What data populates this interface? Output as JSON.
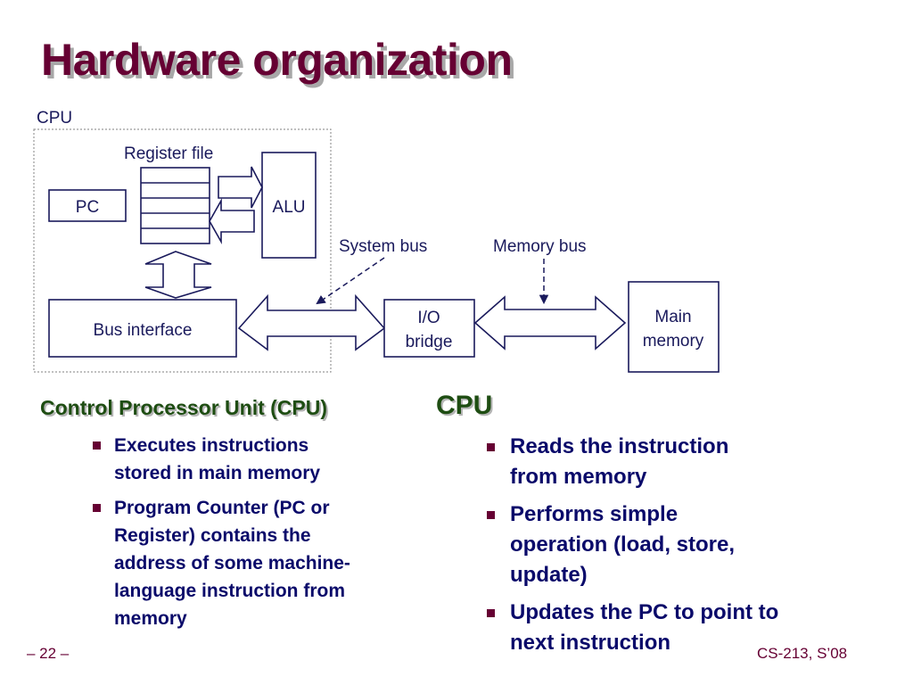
{
  "slide": {
    "title": "Hardware organization",
    "footer_left": "– 22 –",
    "footer_right": "CS-213, S’08"
  },
  "diagram": {
    "cpu_label": "CPU",
    "register_file_label": "Register file",
    "register_count": 5,
    "pc_label": "PC",
    "alu_label": "ALU",
    "bus_interface_label": "Bus interface",
    "system_bus_label": "System bus",
    "memory_bus_label": "Memory bus",
    "io_bridge_label": [
      "I/O",
      "bridge"
    ],
    "main_memory_label": [
      "Main",
      "memory"
    ],
    "stroke_color": "#1a1a5c"
  },
  "left_section": {
    "heading": "Control Processor Unit (CPU)",
    "bullets": [
      {
        "lines": [
          "Executes instructions",
          "stored in main memory"
        ]
      },
      {
        "lines": [
          "Program Counter (PC or",
          "Register) contains the",
          "address of some machine-",
          "language instruction from",
          "memory"
        ]
      }
    ]
  },
  "right_section": {
    "heading": "CPU",
    "bullets": [
      {
        "lines": [
          "Reads the instruction",
          "from memory"
        ]
      },
      {
        "lines": [
          "Performs simple",
          "operation (load, store,",
          "update)"
        ]
      },
      {
        "lines": [
          "Updates the PC to point to",
          "next instruction"
        ]
      }
    ]
  },
  "colors": {
    "title": "#660033",
    "heading": "#1e4d12",
    "bullet_text": "#0a0a6a",
    "bullet_marker": "#660033",
    "diagram_line": "#1a1a5c"
  }
}
